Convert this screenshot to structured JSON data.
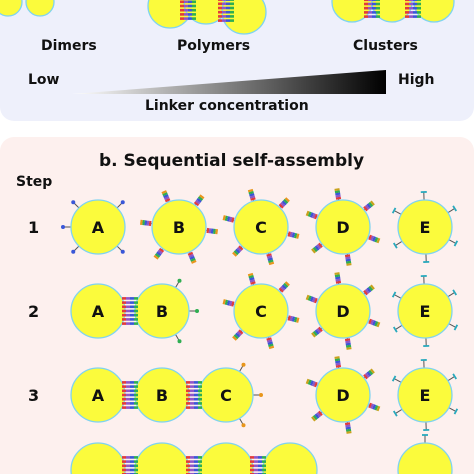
{
  "panel_a": {
    "labels": {
      "dimers": "Dimers",
      "polymers": "Polymers",
      "clusters": "Clusters"
    },
    "gradient": {
      "low": "Low",
      "high": "High",
      "caption": "Linker concentration"
    }
  },
  "panel_b": {
    "title": "b. Sequential self-assembly",
    "step_header": "Step",
    "steps": [
      "1",
      "2",
      "3"
    ],
    "particle_letters": [
      "A",
      "B",
      "C",
      "D",
      "E"
    ]
  },
  "colors": {
    "particle_fill": "#fbfb3c",
    "particle_stroke": "#7fd3f0",
    "linker_red": "#e23b3b",
    "linker_purple": "#8f56c8",
    "linker_blue": "#3a57d8",
    "linker_green": "#2fae52",
    "linker_orange": "#e8961c",
    "linker_cyan": "#27a9bd",
    "panel_a_bg": "#eef0fb",
    "panel_b_bg": "#fdf0ee"
  }
}
